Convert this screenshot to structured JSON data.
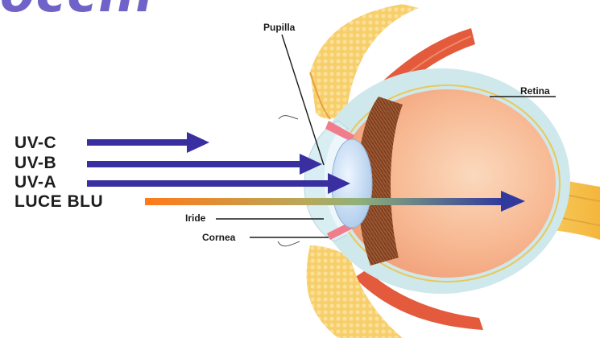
{
  "header": {
    "title_fragment": "occhi"
  },
  "rays": {
    "uvc": "UV-C",
    "uvb": "UV-B",
    "uva": "UV-A",
    "blue": "LUCE BLU"
  },
  "anatomy": {
    "pupil": "Pupilla",
    "retina": "Retina",
    "iris": "Iride",
    "cornea": "Cornea"
  },
  "colors": {
    "uv_arrow": "#3a2fa0",
    "blue_light_start": "#ff7a1a",
    "blue_light_mid": "#8fb07a",
    "blue_light_end": "#2f3a9c",
    "sclera": "#cfe8ec",
    "eyeball": "#f7b892",
    "lens": "#cfe3f6",
    "iris_band": "#8a4a2a",
    "optic_nerve": "#f6c55a",
    "eyelid_fat": "#f7cf6a",
    "muscle": "#e45a3c"
  },
  "icons": [
    "arrow-right-icon"
  ]
}
